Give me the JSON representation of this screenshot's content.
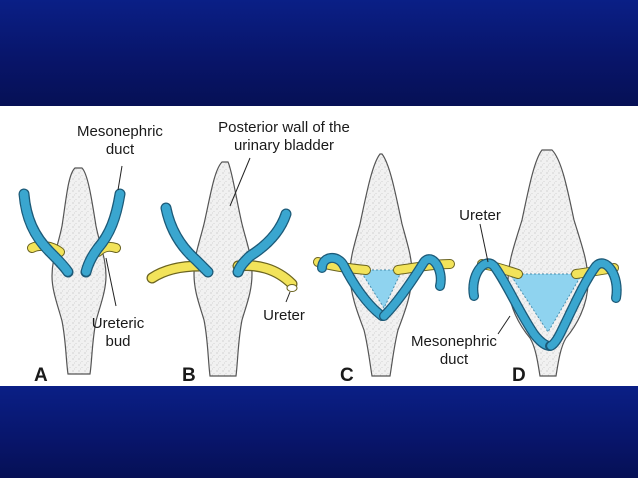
{
  "figure": {
    "labels": {
      "mesonephric_duct_1": "Mesonephric",
      "mesonephric_duct_2": "duct",
      "posterior_wall_1": "Posterior wall of the",
      "posterior_wall_2": "urinary bladder",
      "ureteric_bud_1": "Ureteric",
      "ureteric_bud_2": "bud",
      "ureter_b": "Ureter",
      "ureter_d": "Ureter",
      "mesonephric_duct_d_1": "Mesonephric",
      "mesonephric_duct_d_2": "duct"
    },
    "panels": [
      "A",
      "B",
      "C",
      "D"
    ]
  },
  "colors": {
    "background_band": "#0a1f86",
    "panel_background": "#ffffff",
    "organ_fill": "#f0f0f0",
    "duct_blue": "#3aa6cf",
    "ureter_yellow": "#f2e35a",
    "trigone_blue": "#8fd3ef"
  }
}
